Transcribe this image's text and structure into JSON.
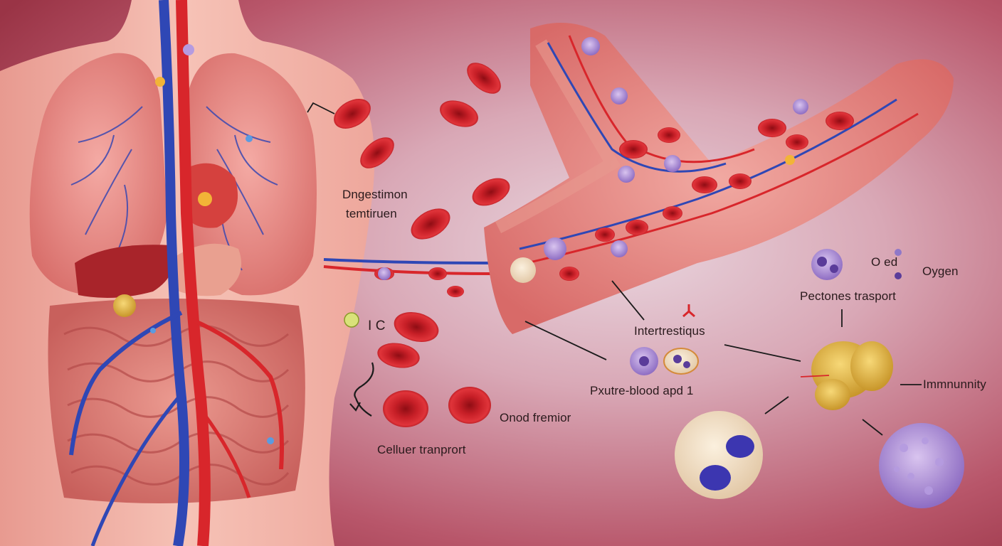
{
  "labels": {
    "digestion_line1": "Dngestimon",
    "digestion_line2": "temtiruen",
    "cell_marker": "I C",
    "cellular_transport": "Celluer tranprort",
    "blood_formation": "Onod fremior",
    "interstitial": "Intertrestiqus",
    "blood_apparatus": "Pxutre-blood apd  1",
    "oxygen_prefix": "O ed",
    "oxygen": "Oygen",
    "proteins_transport": "Pectones trasport",
    "immunity": "Immnunnity"
  },
  "colors": {
    "background": "#b14a5c",
    "background_light": "#e7cfd8",
    "skin": "#f1b7ac",
    "artery_red": "#d8262b",
    "vein_blue": "#2f47b5",
    "blood_cell": "#c8212a",
    "white_cell_purple": "#8f78c8",
    "platelet_yellow": "#e7b73c"
  },
  "icons": [
    "red-blood-cell-icon",
    "white-blood-cell-icon",
    "platelet-icon",
    "arrow-icon"
  ]
}
